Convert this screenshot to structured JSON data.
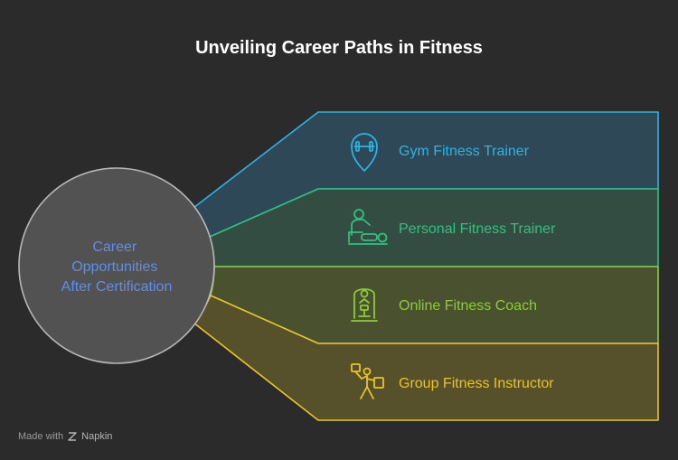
{
  "title": "Unveiling Career Paths in Fitness",
  "center": {
    "lines": [
      "Career",
      "Opportunities",
      "After Certification"
    ]
  },
  "branches": [
    {
      "label": "Gym Fitness Trainer",
      "icon": "location-pin-dumbbell-icon",
      "color": "#2bb4e6",
      "fill": "#2e4857"
    },
    {
      "label": "Personal Fitness Trainer",
      "icon": "massage-therapy-icon",
      "color": "#2ec27e",
      "fill": "#344d43"
    },
    {
      "label": "Online Fitness Coach",
      "icon": "weight-machine-icon",
      "color": "#8ccc3a",
      "fill": "#49512f"
    },
    {
      "label": "Group Fitness Instructor",
      "icon": "person-lifting-box-icon",
      "color": "#e9c524",
      "fill": "#56502b"
    }
  ],
  "footer": {
    "made_with": "Made with",
    "brand": "Napkin"
  }
}
